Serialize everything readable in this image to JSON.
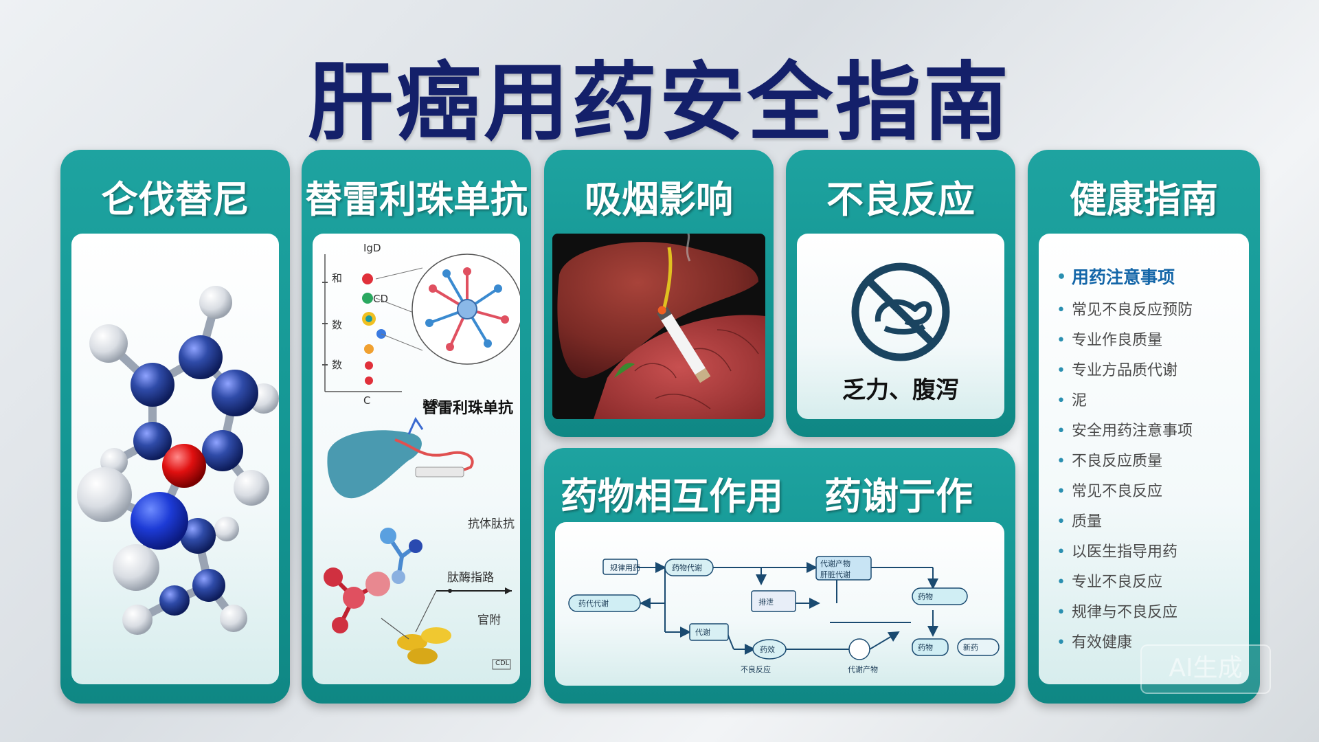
{
  "title": "肝癌用药安全指南",
  "cards": {
    "lenvatinib": {
      "title": "仑伐替尼"
    },
    "tislelizumab": {
      "title": "替雷利珠单抗",
      "axis_labels": [
        "IgD",
        "和",
        "CD",
        "数",
        "数",
        "C"
      ],
      "caption": "替雷利珠单抗",
      "side_label_1": "抗体肽抗",
      "side_label_2": "肽酶指路",
      "side_label_3": "官附",
      "side_label_4": "CDL"
    },
    "smoking": {
      "title": "吸烟影响"
    },
    "side_effects": {
      "title": "不良反应",
      "caption": "乏力、腹泻"
    },
    "interactions": {
      "title": "药物相互作用",
      "title2": "药谢亍作",
      "nodes": [
        "规律用药",
        "药物代谢",
        "代谢产物",
        "肝脏代谢",
        "药代代谢",
        "排泄",
        "药物",
        "代谢",
        "药效",
        "药物",
        "新药",
        "不良反应",
        "代谢产物"
      ]
    },
    "guide": {
      "title": "健康指南",
      "items": [
        "用药注意事项",
        "常见不良反应预防",
        "专业作良质量",
        "专业方品质代谢",
        "泥",
        "安全用药注意事项",
        "不良反应质量",
        "常见不良反应",
        "质量",
        "以医生指导用药",
        "专业不良反应",
        "规律与不良反应",
        "有效健康"
      ]
    }
  },
  "watermark": "AI生成",
  "colors": {
    "title": "#14206a",
    "card": "#139592",
    "accent": "#1466a8"
  }
}
